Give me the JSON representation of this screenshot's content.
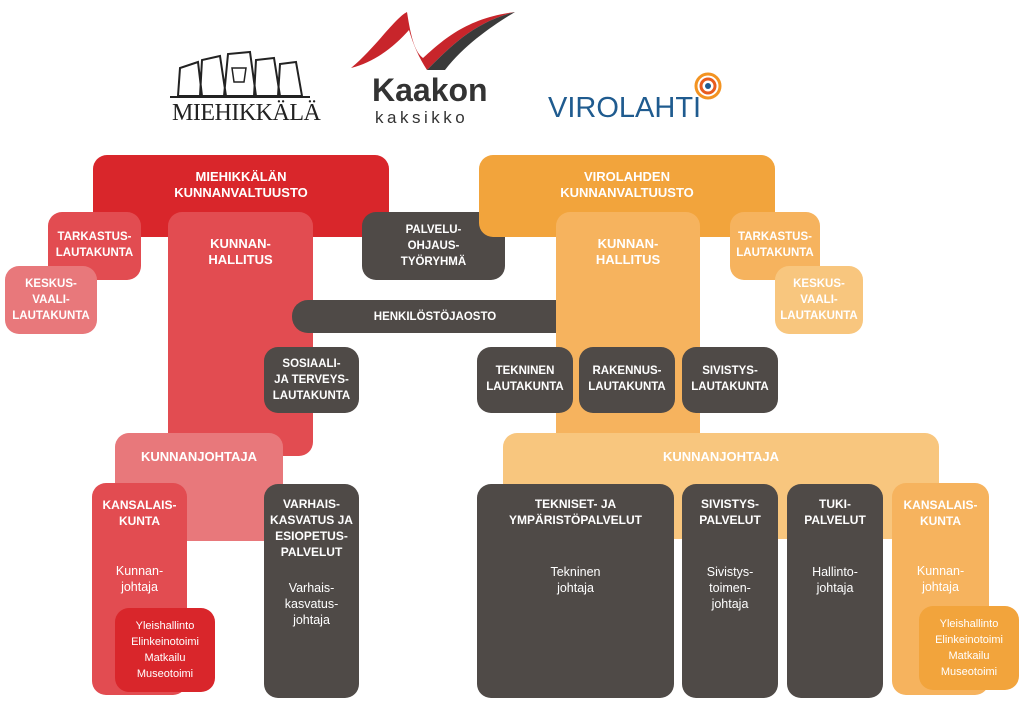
{
  "logos": {
    "miehikkala": "MIEHIKKÄLÄ",
    "kaakon_line1": "Kaakon",
    "kaakon_line2": "kaksikko",
    "virolahti": "VIROLAHTI"
  },
  "colors": {
    "red": "#d9262b",
    "orange": "#f2a43c",
    "dark": "#4f4a47",
    "virolahti_blue": "#1f5b8f"
  },
  "miehikkala": {
    "valtuusto": "MIEHIKKÄLÄN\nKUNNANVALTUUSTO",
    "tarkastus": "TARKASTUS-\nLAUTAKUNTA",
    "keskusvaali": "KESKUS-\nVAALI-\nLAUTAKUNTA",
    "hallitus": "KUNNAN-\nHALLITUS",
    "sosiaali": "SOSIAALI-\nJA TERVEYS-\nLAUTAKUNTA",
    "kunnanjohtaja": "KUNNANJOHTAJA",
    "kansalaiskunta_title": "KANSALAIS-\nKUNTA",
    "kansalaiskunta_lead": "Kunnan-\njohtaja",
    "kansalaiskunta_items": "Yleishallinto\nElinkeinotoimi\nMatkailu\nMuseotoimi",
    "varhais_title": "VARHAIS-\nKASVATUS JA\nESIOPETUS-\nPALVELUT",
    "varhais_lead": "Varhais-\nkasvatus-\njohtaja"
  },
  "shared": {
    "palveluohjaus": "PALVELU-\nOHJAUS-\nTYÖRYHMÄ",
    "henkilosto": "HENKILÖSTÖJAOSTO"
  },
  "virolahti": {
    "valtuusto": "VIROLAHDEN\nKUNNANVALTUUSTO",
    "tarkastus": "TARKASTUS-\nLAUTAKUNTA",
    "keskusvaali": "KESKUS-\nVAALI-\nLAUTAKUNTA",
    "hallitus": "KUNNAN-\nHALLITUS",
    "tekninen_lk": "TEKNINEN\nLAUTAKUNTA",
    "rakennus_lk": "RAKENNUS-\nLAUTAKUNTA",
    "sivistys_lk": "SIVISTYS-\nLAUTAKUNTA",
    "kunnanjohtaja": "KUNNANJOHTAJA",
    "tekniset_title": "TEKNISET- JA\nYMPÄRISTÖPALVELUT",
    "tekniset_lead": "Tekninen\njohtaja",
    "sivistys_title": "SIVISTYS-\nPALVELUT",
    "sivistys_lead": "Sivistys-\ntoimen-\njohtaja",
    "tuki_title": "TUKI-\nPALVELUT",
    "tuki_lead": "Hallinto-\njohtaja",
    "kansalaiskunta_title": "KANSALAIS-\nKUNTA",
    "kansalaiskunta_lead": "Kunnan-\njohtaja",
    "kansalaiskunta_items": "Yleishallinto\nElinkeinotoimi\nMatkailu\nMuseotoimi"
  }
}
